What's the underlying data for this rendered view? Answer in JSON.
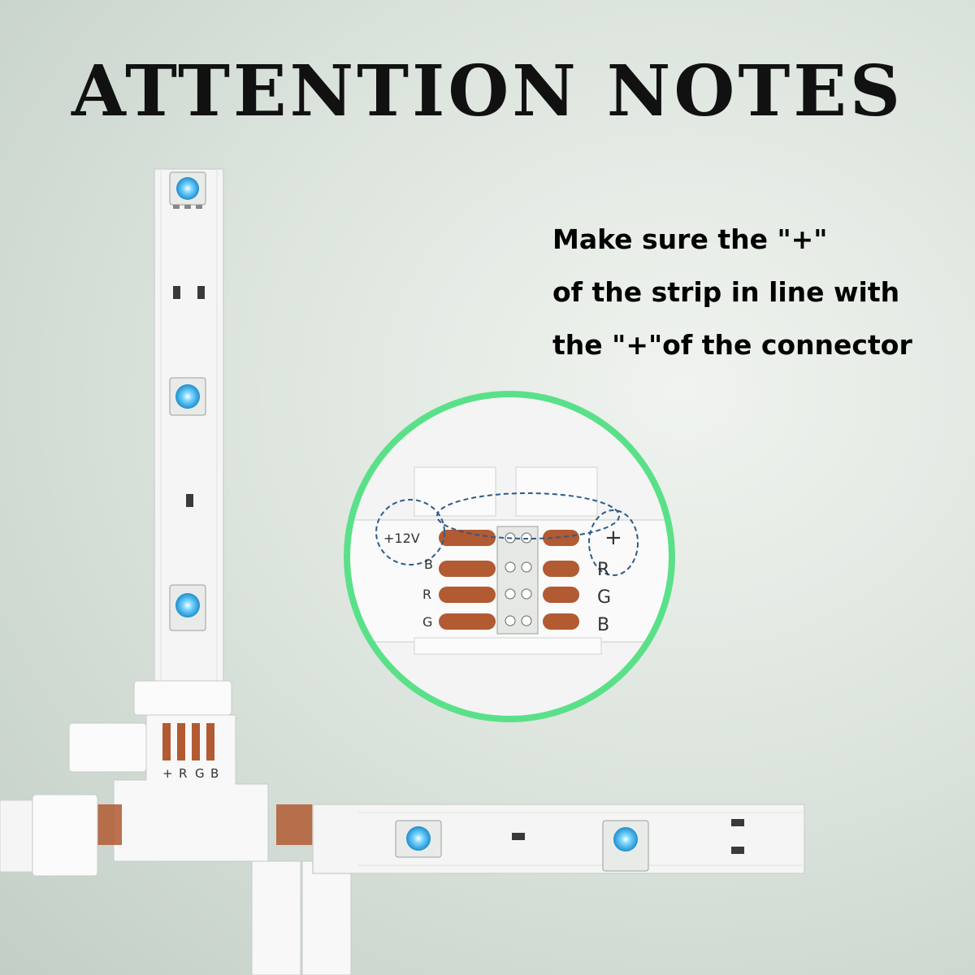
{
  "title": "ATTENTION NOTES",
  "note": {
    "line1": "Make sure the \"+\"",
    "line2": "of the strip in line with",
    "line3": "the \"+\"of the connector"
  },
  "zoom_labels": {
    "v12": "+12V",
    "b": "B",
    "r": "R",
    "g": "G",
    "plus": "+",
    "r2": "R",
    "g2": "G",
    "b2": "B"
  },
  "connector_labels": {
    "plus": "+",
    "r": "R",
    "g": "G",
    "b": "B"
  },
  "colors": {
    "zoom_ring": "#5be08a",
    "led": "#35b6f0",
    "copper": "#b25a32",
    "strip": "#f4f5f4"
  }
}
